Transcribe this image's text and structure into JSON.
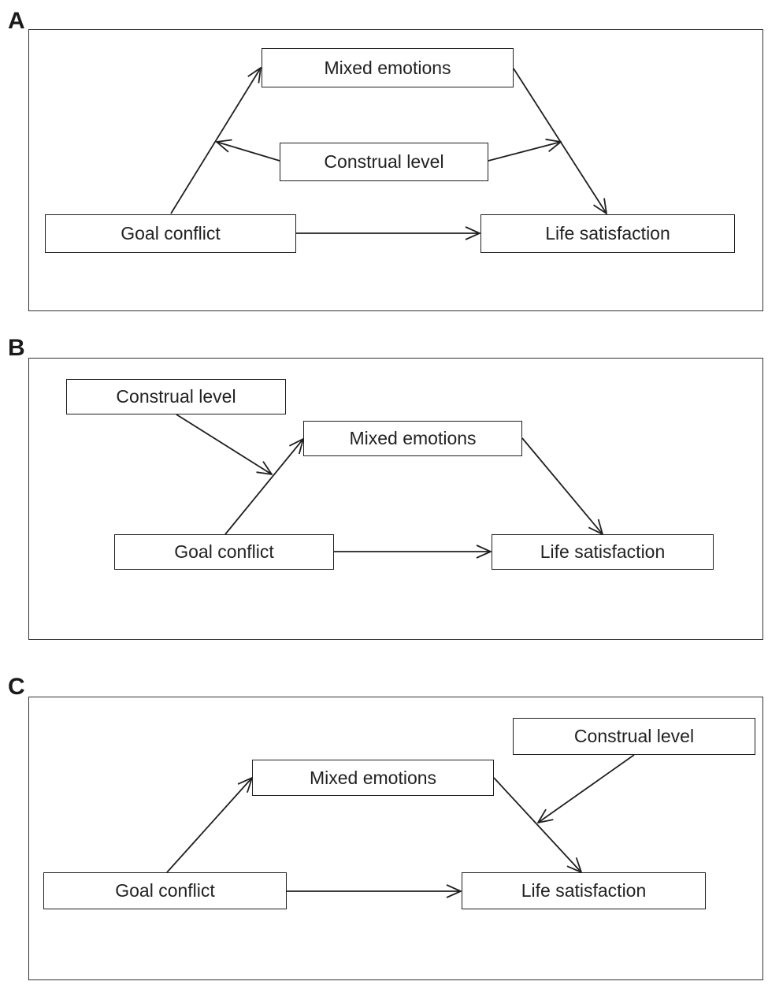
{
  "panels": [
    {
      "letter": "A",
      "nodes": {
        "mixed": "Mixed emotions",
        "construal": "Construal level",
        "goal": "Goal conflict",
        "life": "Life satisfaction"
      }
    },
    {
      "letter": "B",
      "nodes": {
        "construal": "Construal level",
        "mixed": "Mixed emotions",
        "goal": "Goal conflict",
        "life": "Life satisfaction"
      }
    },
    {
      "letter": "C",
      "nodes": {
        "construal": "Construal level",
        "mixed": "Mixed emotions",
        "goal": "Goal conflict",
        "life": "Life satisfaction"
      }
    }
  ],
  "colors": {
    "stroke": "#1f1f1f",
    "frame": "#333333",
    "text": "#222222"
  }
}
